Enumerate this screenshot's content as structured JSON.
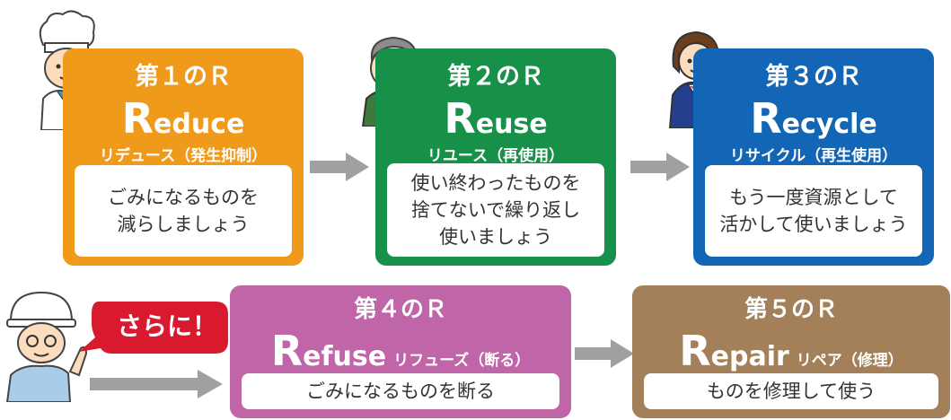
{
  "cards": [
    {
      "ordinal": "第１のＲ",
      "name_initial": "R",
      "name_rest": "educe",
      "kana": "リデュース（発生抑制）",
      "desc": "ごみになるものを\n減らしましょう",
      "color": "#ef9a1a"
    },
    {
      "ordinal": "第２のＲ",
      "name_initial": "R",
      "name_rest": "euse",
      "kana": "リユース（再使用）",
      "desc": "使い終わったものを\n捨てないで繰り返し\n使いましょう",
      "color": "#17914a"
    },
    {
      "ordinal": "第３のＲ",
      "name_initial": "R",
      "name_rest": "ecycle",
      "kana": "リサイクル（再生使用）",
      "desc": "もう一度資源として\n活かして使いましょう",
      "color": "#1366b5"
    },
    {
      "ordinal": "第４のＲ",
      "name_initial": "R",
      "name_rest": "efuse",
      "kana": "リフューズ（断る）",
      "desc": "ごみになるものを断る",
      "color": "#bf65a8"
    },
    {
      "ordinal": "第５のＲ",
      "name_initial": "R",
      "name_rest": "epair",
      "kana": "リペア（修理）",
      "desc": "ものを修理して使う",
      "color": "#a4805a"
    }
  ],
  "callout": "さらに！",
  "colors": {
    "arrow": "#a0a0a0",
    "callout": "#d8192e"
  },
  "icons": [
    "chef-icon",
    "elderly-man-icon",
    "office-woman-icon",
    "worker-icon"
  ]
}
